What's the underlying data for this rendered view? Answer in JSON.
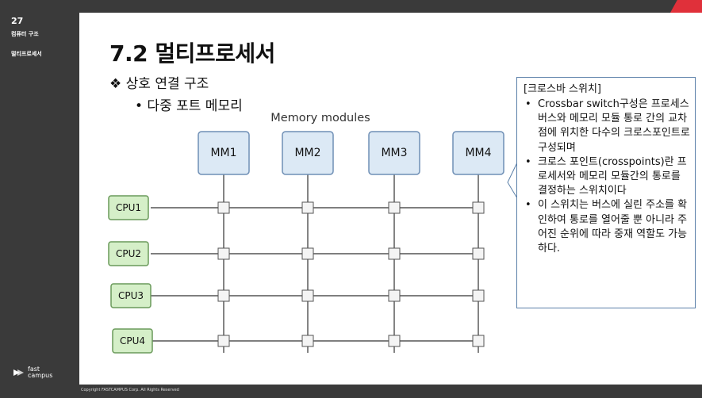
{
  "sidebar": {
    "page_number": "27",
    "course": "컴퓨터 구조",
    "chapter": "멀티프로세서",
    "logo_text": "fast\ncampus"
  },
  "footer": {
    "copyright": "Copyright FASTCAMPUS Corp. All Rights Reserved"
  },
  "slide": {
    "title": "7.2 멀티프로세서",
    "bullet1": "❖ 상호 연결 구조",
    "bullet2": "•  다중 포트 메모리"
  },
  "diagram": {
    "label": "Memory modules",
    "memory_modules": [
      "MM1",
      "MM2",
      "MM3",
      "MM4"
    ],
    "cpus": [
      "CPU1",
      "CPU2",
      "CPU3",
      "CPU4"
    ]
  },
  "callout": {
    "heading": "[크로스바 스위치]",
    "items": [
      "Crossbar switch구성은 프로세스 버스와 메모리 모듈 통로 간의 교차점에 위치한 다수의 크로스포인트로 구성되며",
      "크로스 포인트(crosspoints)란 프로세서와 메모리 모듈간의 통로를 결정하는 스위치이다",
      "이 스위치는 버스에 실린 주소를 확인하여 통로를 열어줄 뿐 아니라 주어진 순위에 따라 중재 역할도 가능하다."
    ]
  },
  "colors": {
    "dark": "#3a3a3a",
    "accent": "#e0303a",
    "mm_fill": "#dce9f5",
    "mm_border": "#6f8fb5",
    "cpu_fill": "#d5efc8",
    "cpu_border": "#6a9a5a",
    "callout_border": "#5a7fa8"
  }
}
